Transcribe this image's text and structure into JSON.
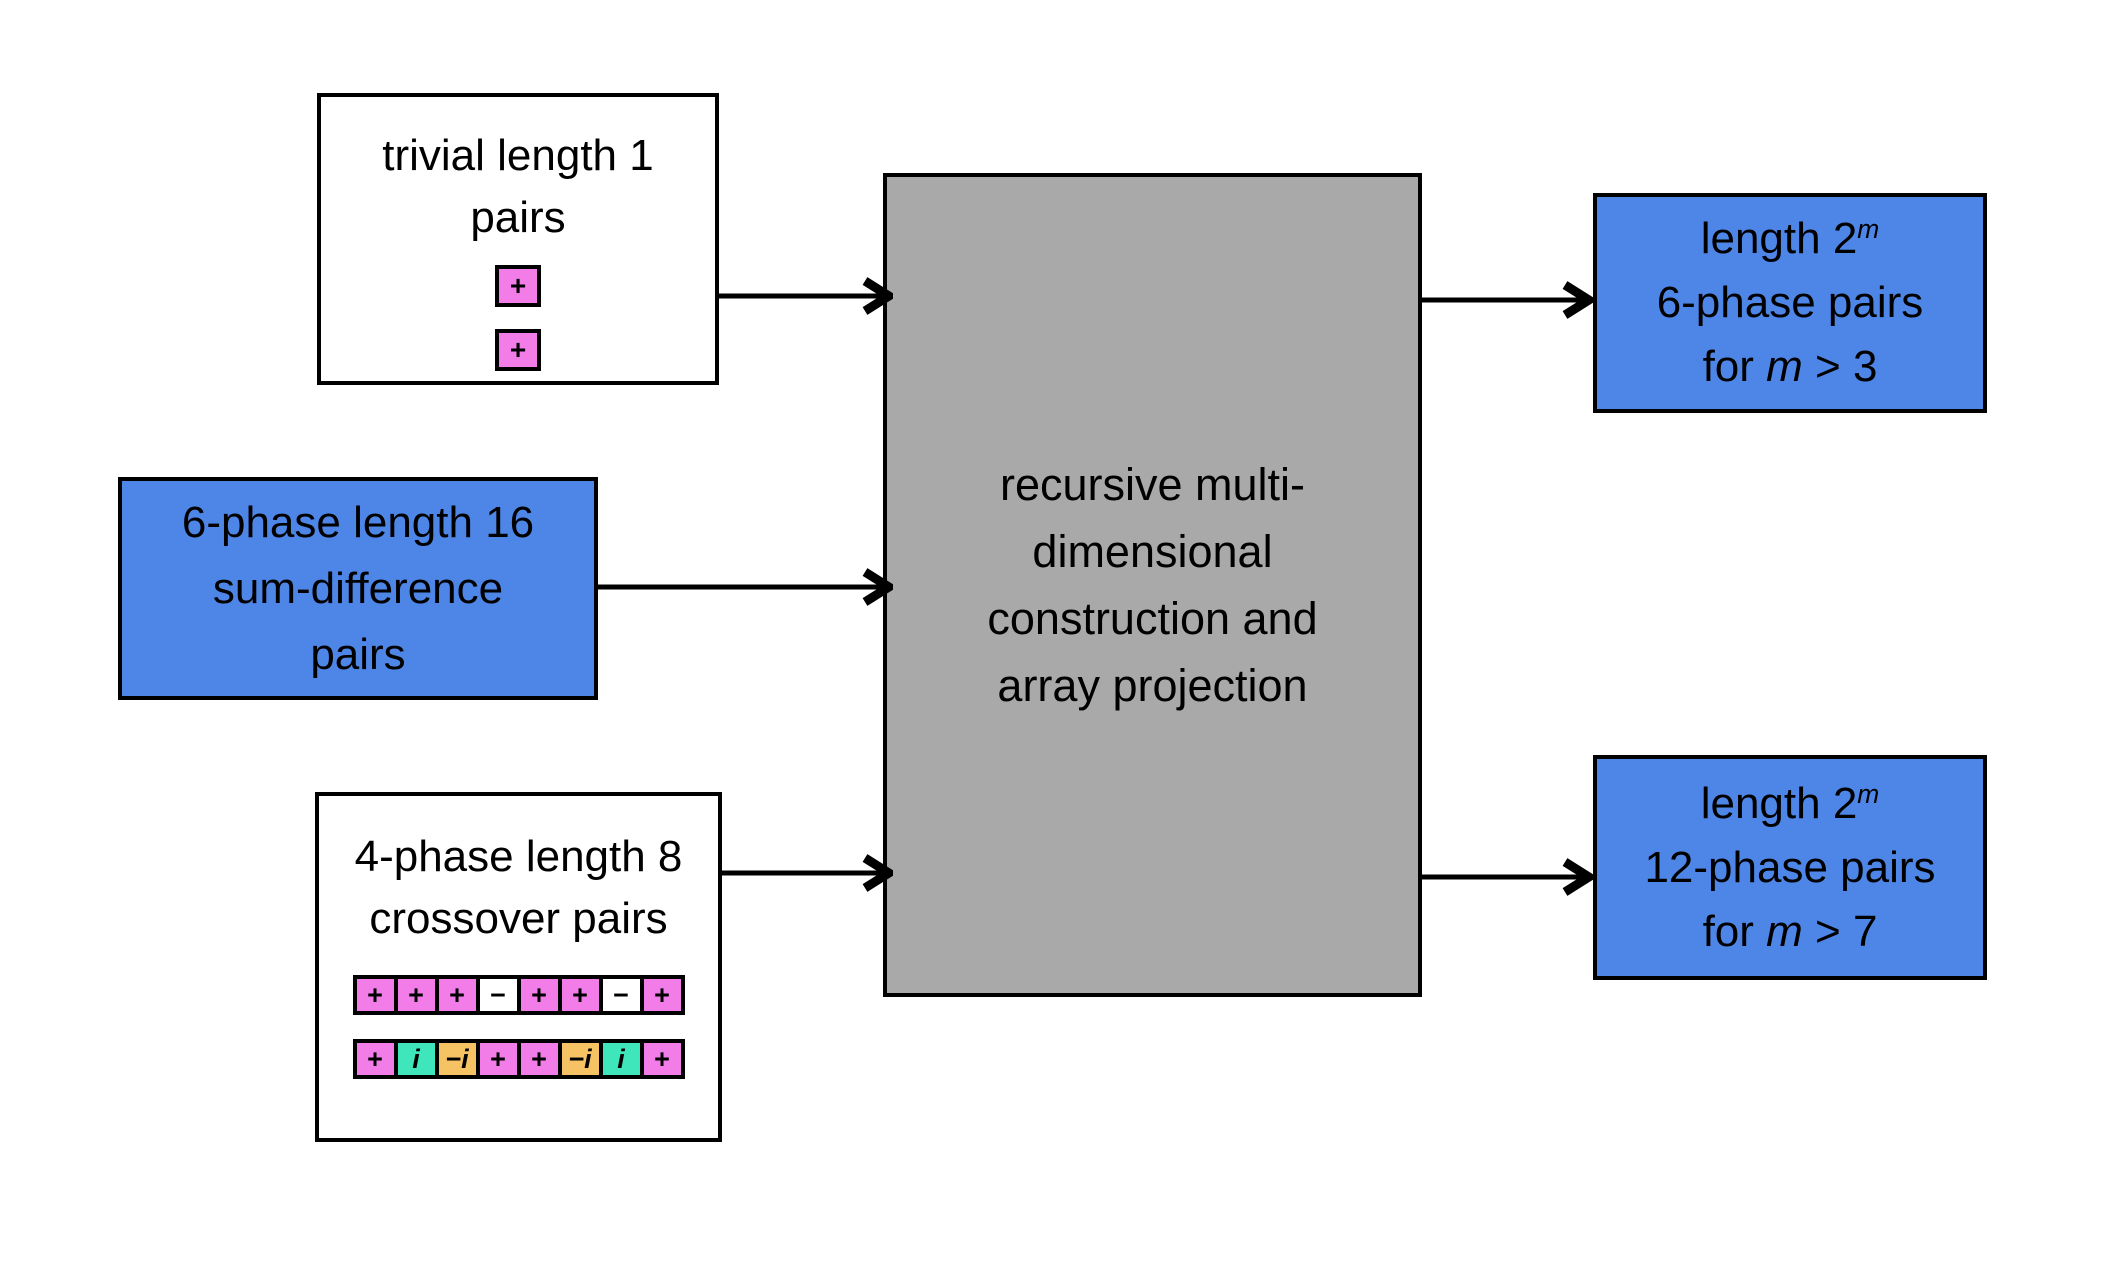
{
  "colors": {
    "blue": "#4e86e8",
    "gray": "#a9a9a9",
    "pink": "#f27ce8",
    "turquoise": "#40e6bb",
    "orange": "#f5c264",
    "white": "#ffffff",
    "black": "#000000"
  },
  "boxes": {
    "trivial": {
      "line1": "trivial length 1",
      "line2": "pairs",
      "cells": [
        {
          "symbol": "+",
          "color": "pink"
        },
        {
          "symbol": "+",
          "color": "pink"
        }
      ]
    },
    "sum_difference": {
      "line1": "6-phase length 16",
      "line2": "sum-difference",
      "line3": "pairs"
    },
    "crossover": {
      "line1": "4-phase length 8",
      "line2": "crossover pairs",
      "row1": [
        {
          "symbol": "+",
          "color": "pink"
        },
        {
          "symbol": "+",
          "color": "pink"
        },
        {
          "symbol": "+",
          "color": "pink"
        },
        {
          "symbol": "−",
          "color": "white"
        },
        {
          "symbol": "+",
          "color": "pink"
        },
        {
          "symbol": "+",
          "color": "pink"
        },
        {
          "symbol": "−",
          "color": "white"
        },
        {
          "symbol": "+",
          "color": "pink"
        }
      ],
      "row2": [
        {
          "symbol": "+",
          "color": "pink"
        },
        {
          "symbol": "i",
          "color": "turquoise"
        },
        {
          "symbol": "−i",
          "color": "orange"
        },
        {
          "symbol": "+",
          "color": "pink"
        },
        {
          "symbol": "+",
          "color": "pink"
        },
        {
          "symbol": "−i",
          "color": "orange"
        },
        {
          "symbol": "i",
          "color": "turquoise"
        },
        {
          "symbol": "+",
          "color": "pink"
        }
      ]
    },
    "center": {
      "line1": "recursive multi-",
      "line2": "dimensional",
      "line3": "construction and",
      "line4": "array projection"
    },
    "output_top": {
      "line1_prefix": "length 2",
      "line1_sup": "m",
      "line2": "6-phase pairs",
      "line3_prefix": "for ",
      "line3_var": "m",
      "line3_suffix": " > 3"
    },
    "output_bottom": {
      "line1_prefix": "length 2",
      "line1_sup": "m",
      "line2": "12-phase pairs",
      "line3_prefix": "for ",
      "line3_var": "m",
      "line3_suffix": " > 7"
    }
  }
}
